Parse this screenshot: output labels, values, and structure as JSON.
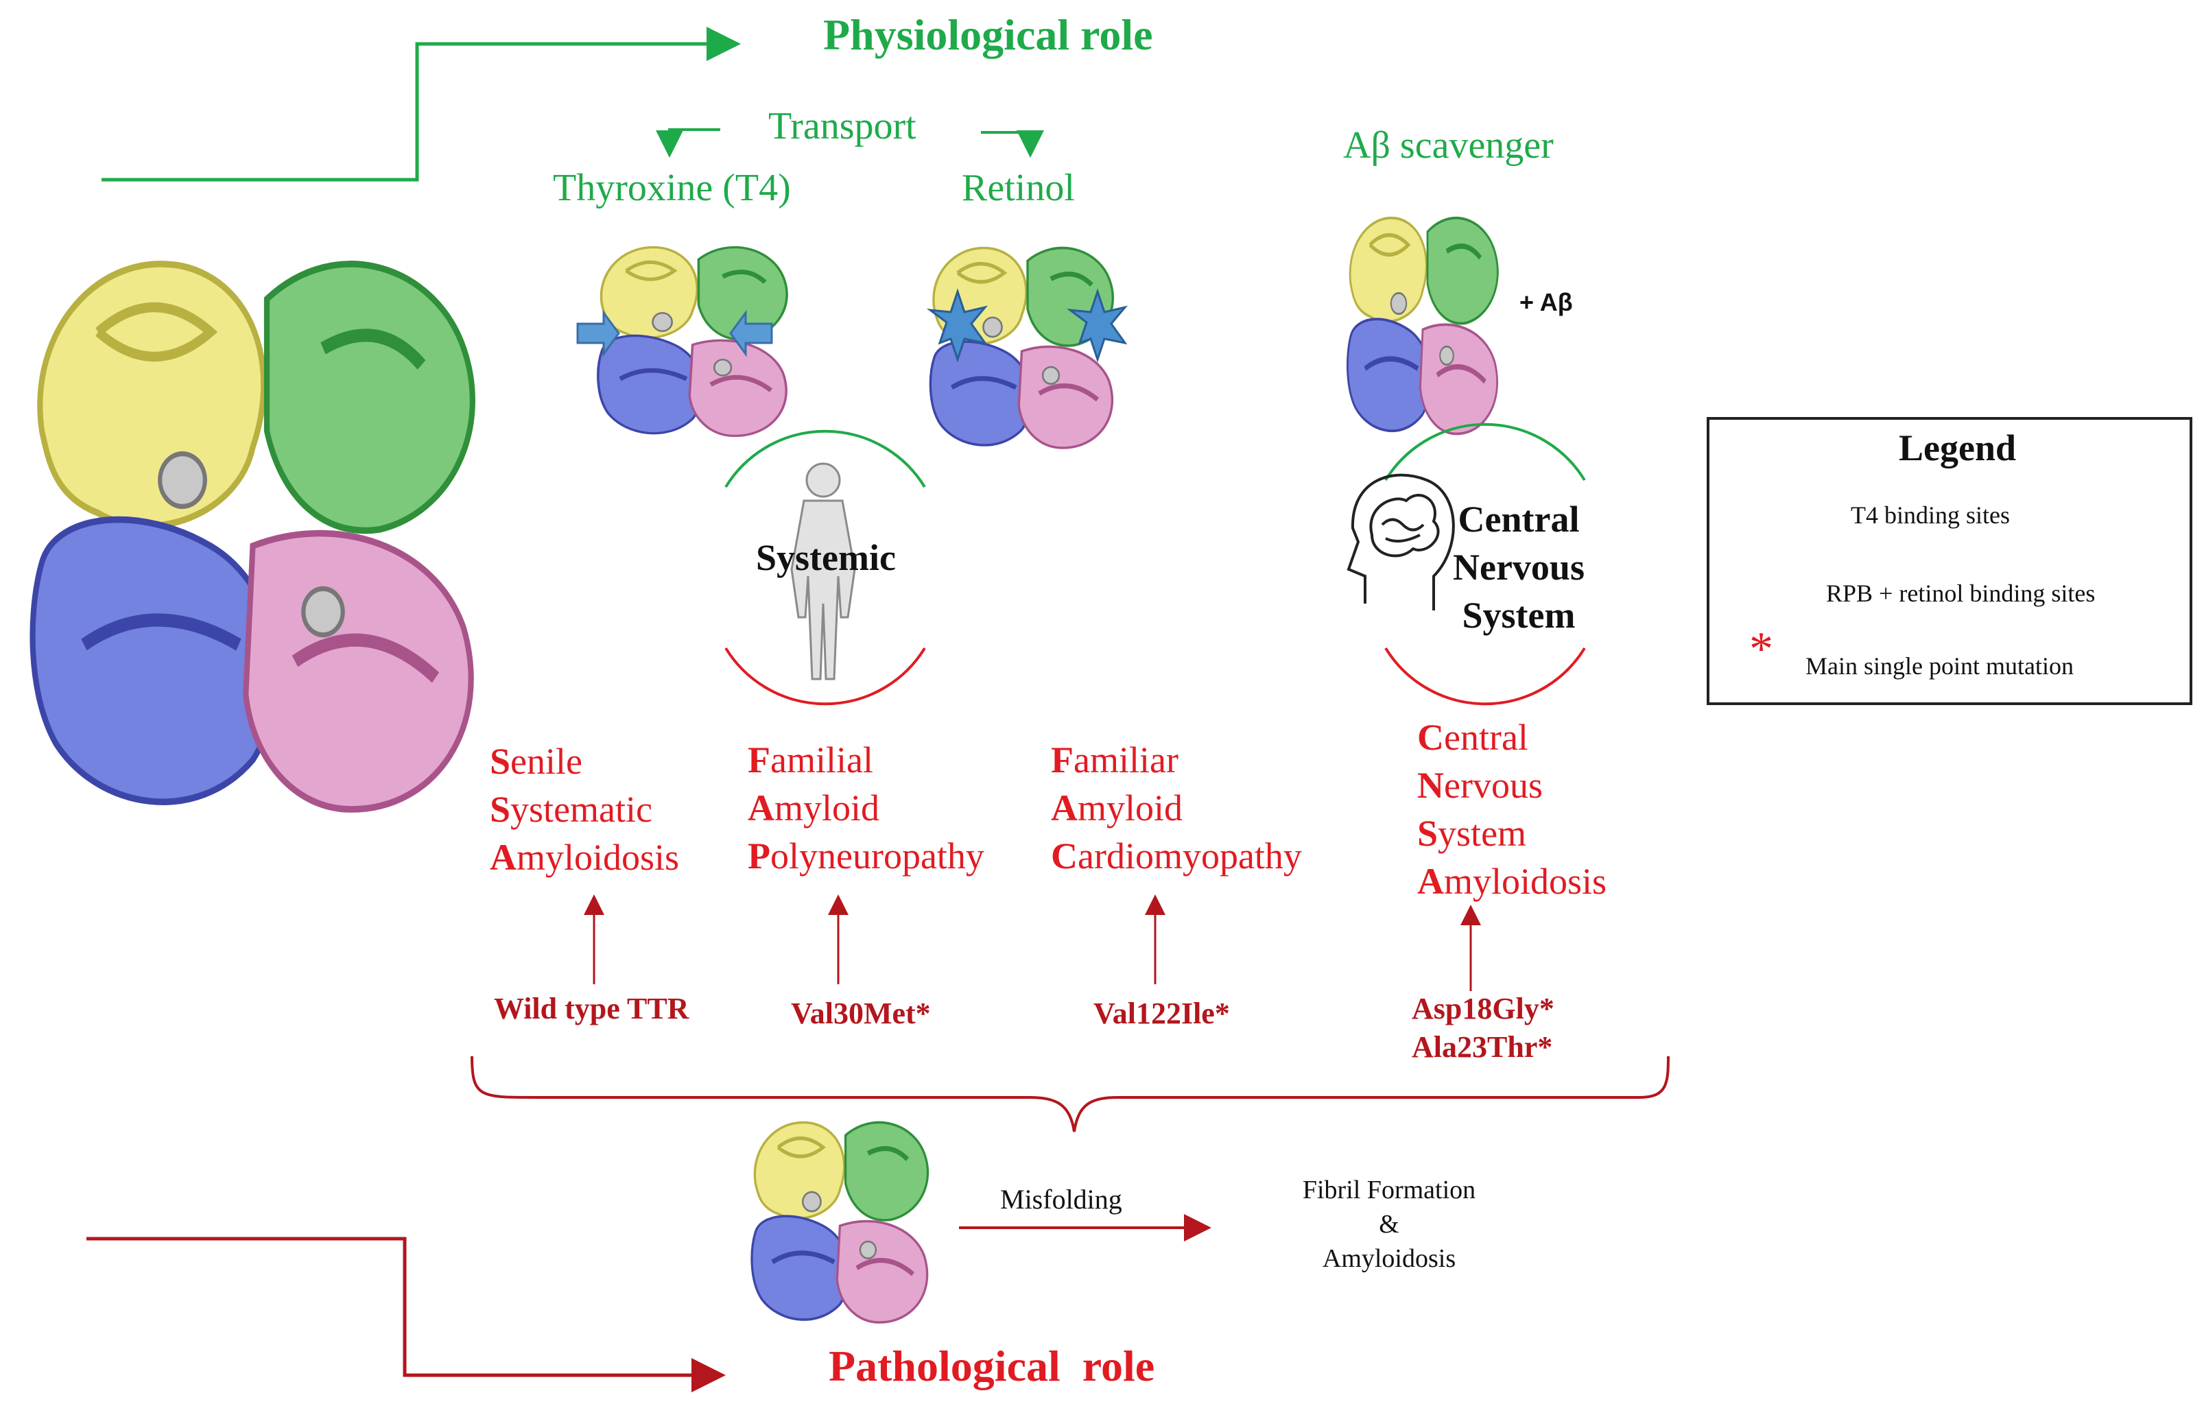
{
  "header": {
    "physiological_title": "Physiological role",
    "pathological_title": "Pathological  role"
  },
  "transport": {
    "label": "Transport",
    "thyroxine": "Thyroxine (T4)",
    "retinol": "Retinol"
  },
  "scavenger": {
    "label": "Aβ scavenger",
    "plus_label": "+ Aβ"
  },
  "systemic": {
    "label": "Systemic"
  },
  "cns": {
    "line1": "Central",
    "line2": "Nervous",
    "line3": "System"
  },
  "diseases": [
    {
      "lines": [
        {
          "cap": "S",
          "rest": "enile"
        },
        {
          "cap": "S",
          "rest": "ystematic"
        },
        {
          "cap": "A",
          "rest": "myloidosis"
        }
      ]
    },
    {
      "lines": [
        {
          "cap": "F",
          "rest": "amilial"
        },
        {
          "cap": "A",
          "rest": "myloid"
        },
        {
          "cap": "P",
          "rest": "olyneuropathy"
        }
      ]
    },
    {
      "lines": [
        {
          "cap": "F",
          "rest": "amiliar"
        },
        {
          "cap": "A",
          "rest": "myloid"
        },
        {
          "cap": "C",
          "rest": "ardiomyopathy"
        }
      ]
    },
    {
      "lines": [
        {
          "cap": "C",
          "rest": "entral"
        },
        {
          "cap": "N",
          "rest": "ervous"
        },
        {
          "cap": "S",
          "rest": "ystem"
        },
        {
          "cap": "A",
          "rest": "myloidosis"
        }
      ]
    }
  ],
  "mutations": {
    "wild_type": "Wild type TTR",
    "val30met": "Val30Met*",
    "val122ile": "Val122Ile*",
    "asp18gly": "Asp18Gly*",
    "ala23thr": "Ala23Thr*"
  },
  "pathway": {
    "misfolding": "Misfolding",
    "fibril_line1": "Fibril Formation",
    "fibril_line2": "&",
    "fibril_line3": "Amyloidosis"
  },
  "legend": {
    "title": "Legend",
    "t4": "T4 binding sites",
    "rpb": "RPB + retinol binding sites",
    "star": "*",
    "mutation": "Main single point mutation"
  },
  "colors": {
    "physiological": "#1faa4a",
    "pathological": "#e11b22",
    "arrow_dark_red": "#b3161c",
    "protein_yellow": "#e8e27a",
    "protein_green": "#4caf50",
    "protein_blue": "#6070d8",
    "protein_pink": "#d891c0",
    "t4_arrow": "#5b9bd5"
  },
  "icons": [
    "protein-structure-icon",
    "human-body-icon",
    "brain-head-icon",
    "t4-arrow-icon",
    "rpb-star-icon"
  ]
}
